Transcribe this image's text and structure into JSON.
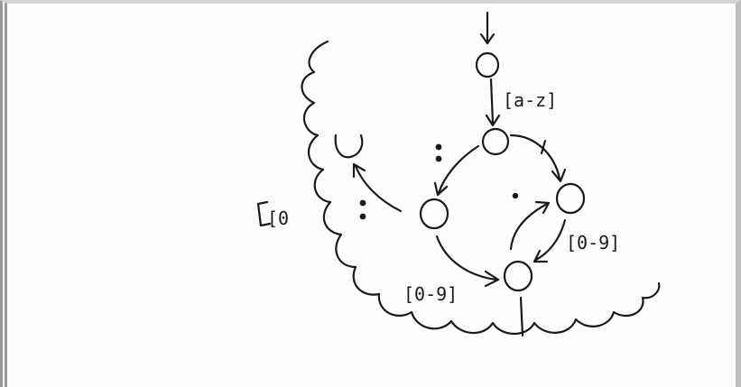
{
  "diagram": {
    "labels": {
      "edge_a_z": "[a-z]",
      "edge_comma": ",",
      "edge_dots": ":",
      "edge_period": "·",
      "edge_digits_right": "[0-9]",
      "edge_digits_bottom": "[0-9]",
      "edge_left_cut": "[0"
    },
    "colors": {
      "ink": "#1a1a1a",
      "frame": "#9a9a9a",
      "background": "#fdfdfd"
    }
  }
}
